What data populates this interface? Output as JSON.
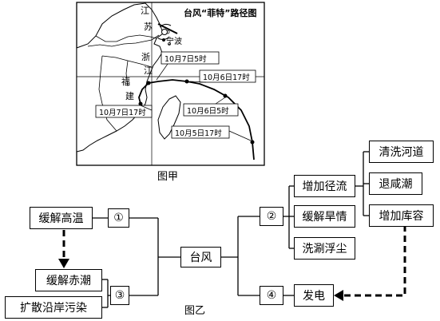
{
  "map": {
    "title": "台风“菲特”路径图",
    "provinces": {
      "jiangsu_1": "江",
      "jiangsu_2": "苏",
      "zhejiang_1": "浙",
      "zhejiang_2": "江",
      "fujian_1": "福",
      "fujian_2": "建"
    },
    "city": "宁波",
    "track_labels": [
      "10月7日5时",
      "10月6日17时",
      "10月6日5时",
      "10月5日17时",
      "10月7日17时"
    ],
    "caption": "图甲"
  },
  "diagram": {
    "center": "台风",
    "left": {
      "relieve_heat": "缓解高温",
      "relieve_red_tide": "缓解赤潮",
      "spread_pollution": "扩散沿岸污染",
      "circle_1": "①",
      "circle_3": "③"
    },
    "right": {
      "circle_2": "②",
      "circle_4": "④",
      "increase_runoff": "增加径流",
      "relieve_drought": "缓解旱情",
      "wash_dust": "洗涮浮尘",
      "clean_river": "清洗河道",
      "retreat_salt_tide": "退咸潮",
      "increase_storage": "增加库容",
      "power": "发电"
    },
    "caption": "图乙"
  }
}
